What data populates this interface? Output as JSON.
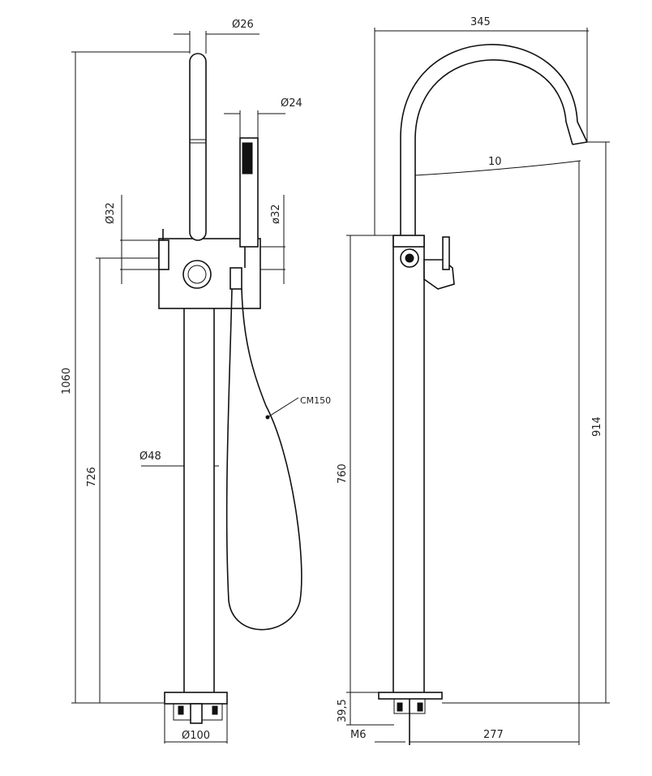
{
  "dimensions": {
    "handshower_diameter": "Ø26",
    "handshower_holder_diameter": "Ø24",
    "handle_left": "Ø32",
    "handle_right": "ø32",
    "hose": "CM150",
    "column_diameter": "Ø48",
    "base_diameter": "Ø100",
    "total_height": "1060",
    "outlet_height_left": "726",
    "spout_reach": "345",
    "spout_drop": "10",
    "outlet_height_right": "760",
    "spout_height": "914",
    "base_height": "39,5",
    "thread": "M6",
    "column_to_spout": "277"
  }
}
